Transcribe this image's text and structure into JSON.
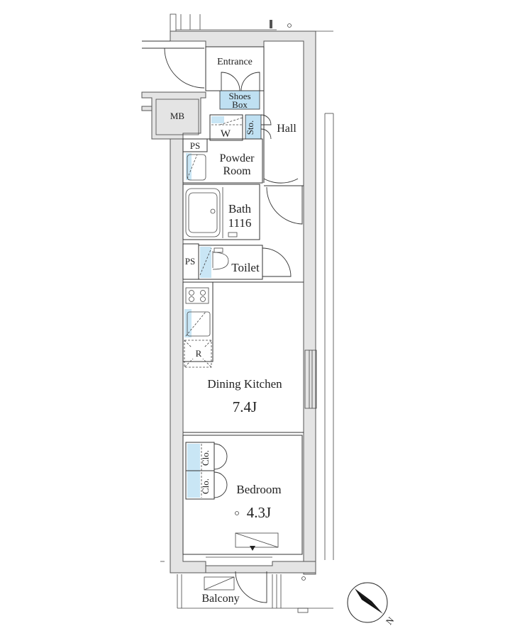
{
  "rooms": {
    "entrance": "Entrance",
    "shoes_box_line1": "Shoes",
    "shoes_box_line2": "Box",
    "mb": "MB",
    "wardrobe": "W",
    "storage": "Sto.",
    "hall": "Hall",
    "ps_upper": "PS",
    "powder_room_line1": "Powder",
    "powder_room_line2": "Room",
    "bath_line1": "Bath",
    "bath_line2": "1116",
    "ps_lower": "PS",
    "toilet": "Toilet",
    "refrigerator": "R",
    "dining_kitchen": "Dining Kitchen",
    "dining_kitchen_size": "7.4J",
    "closet_upper": "Clo.",
    "closet_lower": "Clo.",
    "bedroom": "Bedroom",
    "bedroom_size": "4.3J",
    "balcony": "Balcony"
  },
  "compass": {
    "label": "N"
  }
}
